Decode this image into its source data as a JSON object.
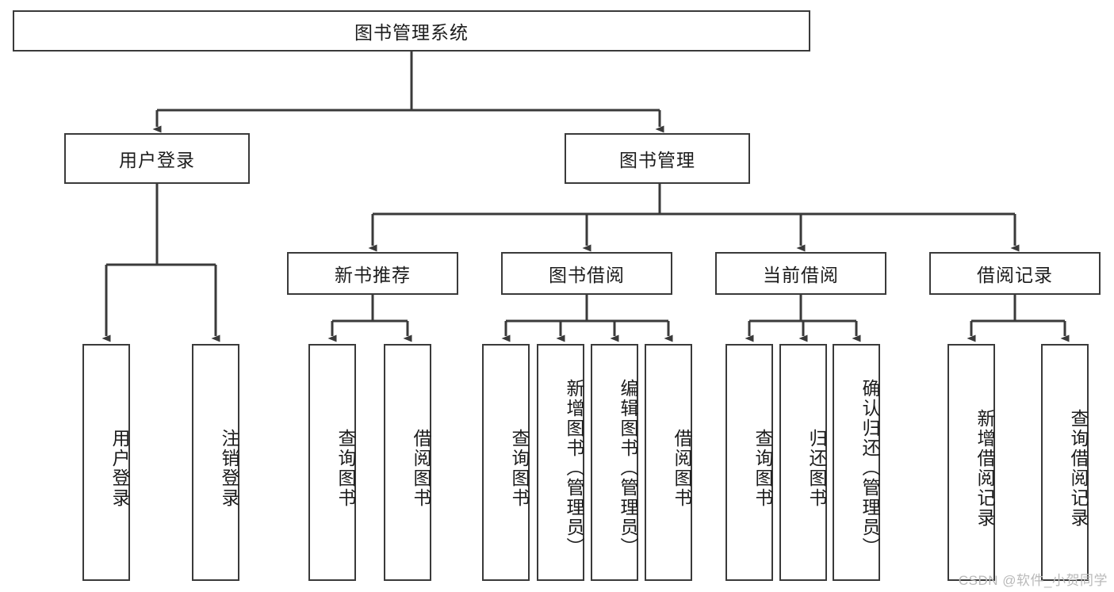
{
  "diagram": {
    "type": "tree-hierarchy-chart",
    "title": "图书管理系统",
    "watermark": "CSDN @软件_小贺同学",
    "colors": {
      "background": "#ffffff",
      "box_border": "#3a3a3a",
      "connector": "#3a3a3a",
      "text": "#1c1c1c",
      "watermark": "#b9b9b9"
    },
    "root": {
      "label": "图书管理系统",
      "orientation": "horizontal"
    },
    "level1": [
      {
        "label": "用户登录",
        "orientation": "horizontal"
      },
      {
        "label": "图书管理",
        "orientation": "horizontal"
      }
    ],
    "level2": [
      {
        "label": "新书推荐",
        "orientation": "horizontal"
      },
      {
        "label": "图书借阅",
        "orientation": "horizontal"
      },
      {
        "label": "当前借阅",
        "orientation": "horizontal"
      },
      {
        "label": "借阅记录",
        "orientation": "horizontal"
      }
    ],
    "leaves": {
      "user_login": [
        {
          "label": "用户登录",
          "orientation": "vertical"
        },
        {
          "label": "注销登录",
          "orientation": "vertical"
        }
      ],
      "new_book_recommend": [
        {
          "label": "查询图书",
          "orientation": "vertical"
        },
        {
          "label": "借阅图书",
          "orientation": "vertical"
        }
      ],
      "book_borrow": [
        {
          "label": "查询图书",
          "orientation": "vertical"
        },
        {
          "label": "新增图书（管理员）",
          "orientation": "vertical"
        },
        {
          "label": "编辑图书（管理员）",
          "orientation": "vertical"
        },
        {
          "label": "借阅图书",
          "orientation": "vertical"
        }
      ],
      "current_borrow": [
        {
          "label": "查询图书",
          "orientation": "vertical"
        },
        {
          "label": "归还图书",
          "orientation": "vertical"
        },
        {
          "label": "确认归还（管理员）",
          "orientation": "vertical"
        }
      ],
      "borrow_record": [
        {
          "label": "新增借阅记录",
          "orientation": "vertical"
        },
        {
          "label": "查询借阅记录",
          "orientation": "vertical"
        }
      ]
    }
  }
}
